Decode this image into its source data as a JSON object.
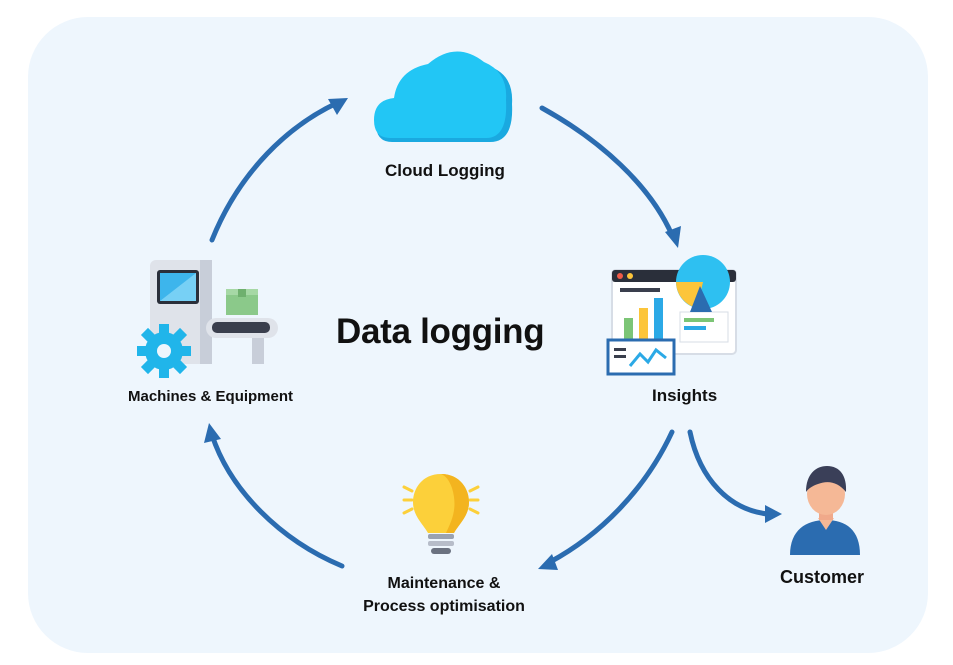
{
  "title": "Data logging",
  "nodes": {
    "cloud": {
      "label": "Cloud Logging",
      "icon": "cloud-icon"
    },
    "insights": {
      "label": "Insights",
      "icon": "dashboard-chart-icon"
    },
    "maintenance": {
      "label_line1": "Maintenance &",
      "label_line2": "Process optimisation",
      "icon": "lightbulb-icon"
    },
    "machines": {
      "label": "Machines & Equipment",
      "icon": "machine-conveyor-icon"
    },
    "customer": {
      "label": "Customer",
      "icon": "person-icon"
    }
  },
  "colors": {
    "background": "#eef6fd",
    "arrow": "#2b6cb0",
    "cloud": "#20c4f4",
    "bulb": "#fcd03a",
    "customer_shirt": "#2b6cb0",
    "gear": "#20b5ea"
  }
}
